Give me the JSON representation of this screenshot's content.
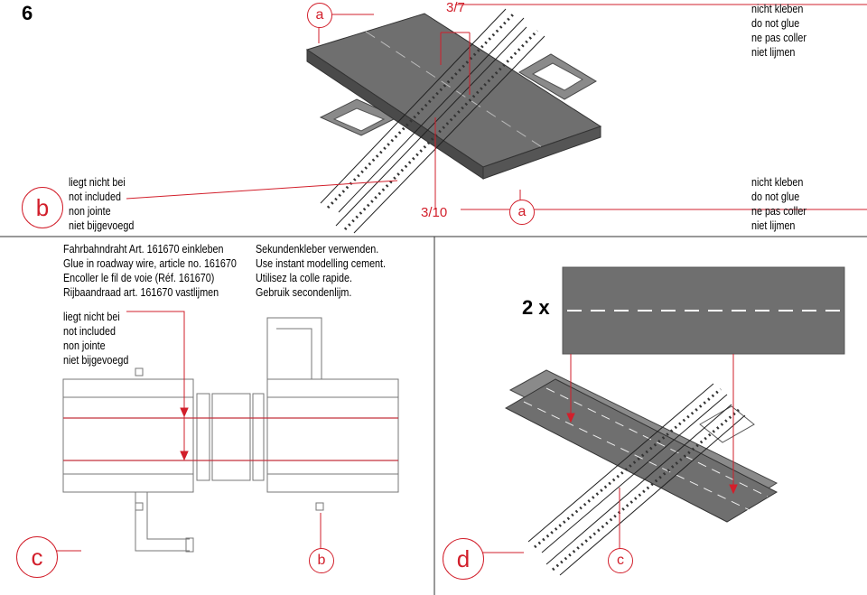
{
  "step_number": "6",
  "top": {
    "label_a": "a",
    "label_b": "b",
    "dim_top": "3/7",
    "dim_bottom": "3/10",
    "label_a2": "a",
    "no_glue_top": [
      "nicht kleben",
      "do not glue",
      "ne pas coller",
      "niet lijmen"
    ],
    "no_glue_bottom": [
      "nicht kleben",
      "do not glue",
      "ne pas coller",
      "niet lijmen"
    ],
    "not_included": [
      "liegt nicht bei",
      "not included",
      "non jointe",
      "niet bijgevoegd"
    ]
  },
  "bottom_left": {
    "glue_wire": [
      "Fahrbahndraht Art. 161670 einkleben",
      "Glue in roadway wire, article no. 161670",
      "Encoller le fil de voie (Réf. 161670)",
      "Rijbaandraad art. 161670 vastlijmen"
    ],
    "not_included": [
      "liegt nicht bei",
      "not included",
      "non jointe",
      "niet bijgevoegd"
    ],
    "instant_glue": [
      "Sekundenkleber verwenden.",
      "Use instant modelling cement.",
      "Utilisez la colle rapide.",
      "Gebruik secondenlijm."
    ],
    "label_c": "c",
    "label_b": "b"
  },
  "bottom_right": {
    "quantity": "2 x",
    "label_d": "d",
    "label_c": "c"
  },
  "colors": {
    "accent": "#d21f2b",
    "road": "#6f6f6f",
    "line": "#cfcfcf"
  }
}
